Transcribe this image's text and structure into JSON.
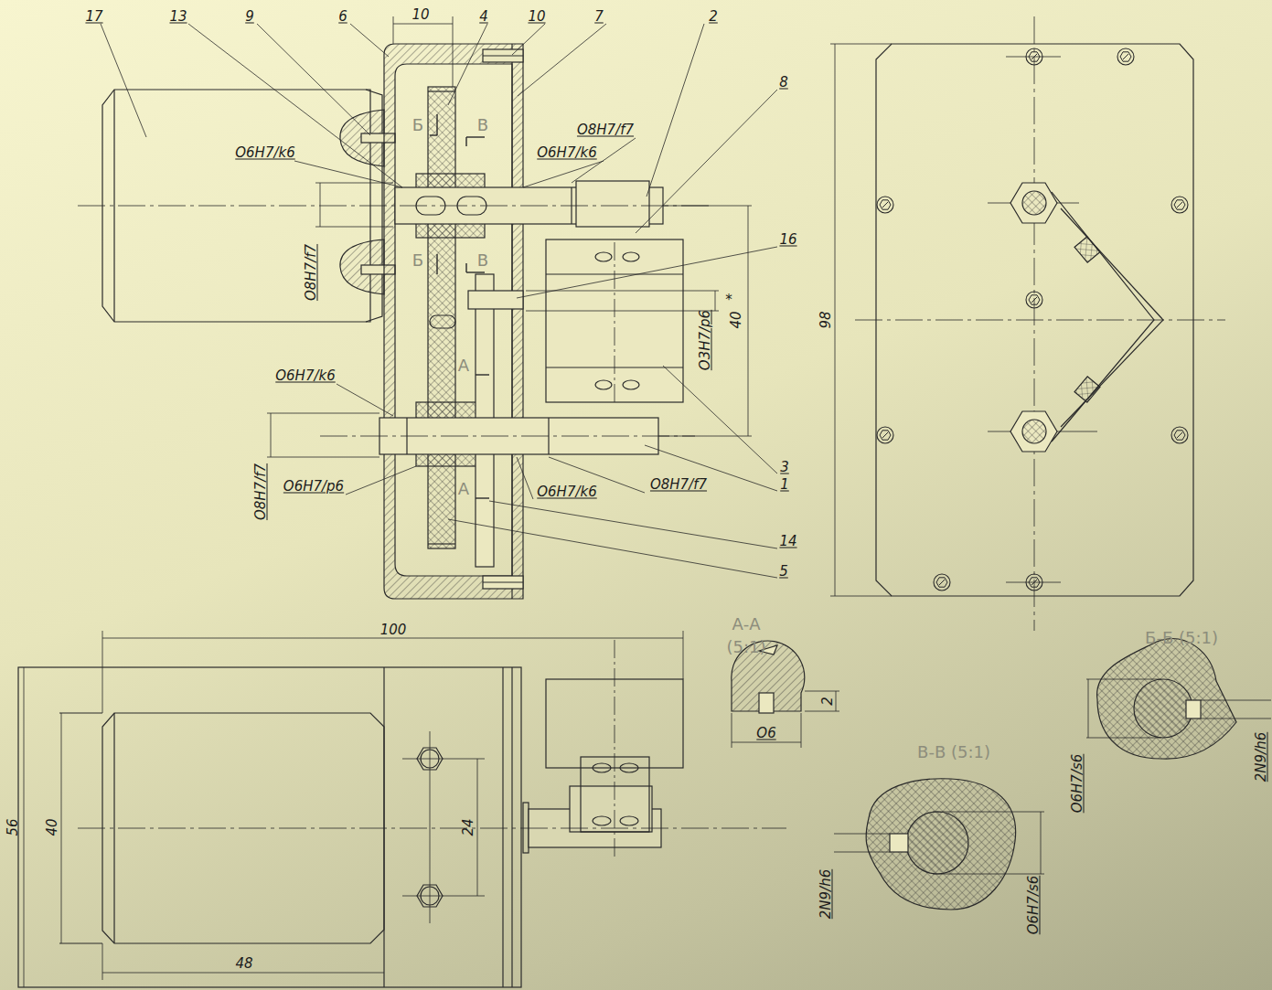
{
  "diagram": {
    "labels": [
      "17",
      "13",
      "9",
      "6",
      "10",
      "4",
      "10",
      "7",
      "2",
      "8",
      "O8H7/f7",
      "Б",
      "В",
      "O6H7/k6",
      "O6H7/k6",
      "O8H7/f7",
      "Б",
      "В",
      "16",
      "*",
      "40",
      "O3H7/p6",
      "98",
      "O6H7/k6",
      "А",
      "А",
      "O6H7/p6",
      "O6H7/k6",
      "O8H7/f7",
      "3",
      "1",
      "O8H7/f7",
      "14",
      "5",
      "100",
      "А-А",
      "(5:1)",
      "Б-Б (5:1)",
      "В-В (5:1)",
      "2",
      "O6",
      "56",
      "40",
      "24",
      "48",
      "O6H7/s6",
      "2N9/h6",
      "2N9/h6",
      "O6H7/s6"
    ]
  }
}
